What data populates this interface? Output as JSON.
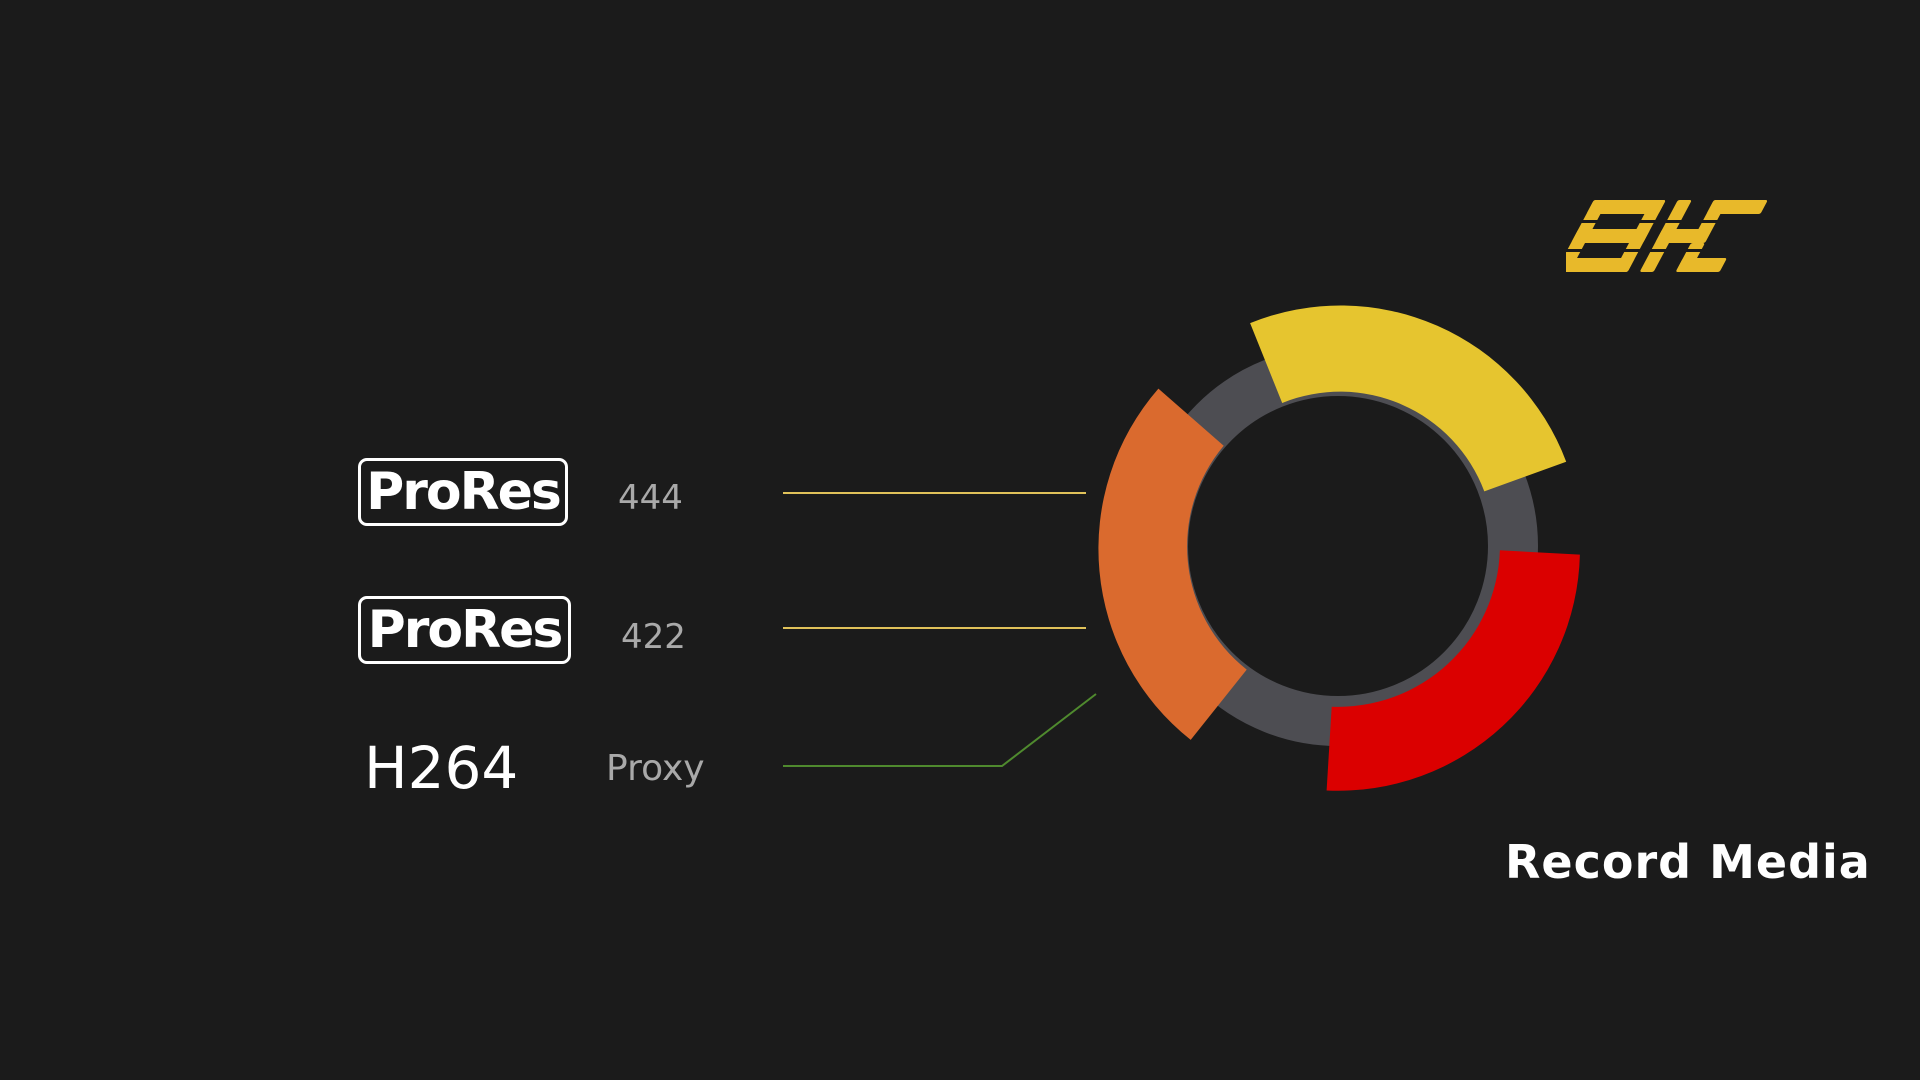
{
  "codecs": [
    {
      "logo": "ProRes",
      "variant": "444",
      "line_color": "#e0c25a"
    },
    {
      "logo": "ProRes",
      "variant": "422",
      "line_color": "#e0c25a"
    },
    {
      "logo": "H264",
      "variant": "Proxy",
      "line_color": "#4f8a2e"
    }
  ],
  "ring": {
    "track_color": "#4d4d52",
    "segments": [
      {
        "color": "#e6c52f"
      },
      {
        "color": "#db0000"
      },
      {
        "color": "#da6a2e"
      }
    ]
  },
  "caption": "Record Media",
  "brand_logo": {
    "text": "8K",
    "color": "#e8b92a"
  },
  "background_color": "#1b1b1b"
}
